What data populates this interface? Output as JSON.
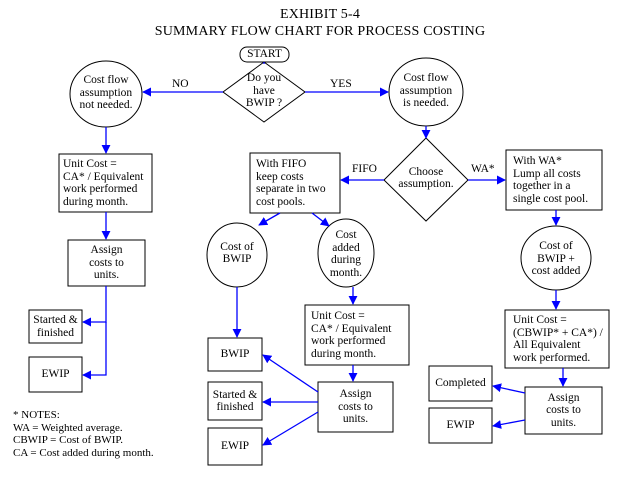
{
  "title": {
    "line1": "EXHIBIT 5-4",
    "line2": "SUMMARY FLOW CHART FOR PROCESS COSTING"
  },
  "nodes": {
    "start": "START",
    "bwip_question": "Do you\nhave\nBWIP ?",
    "no_assumption": "Cost flow\nassumption\nnot needed.",
    "assumption_needed": "Cost flow\nassumption\nis needed.",
    "choose": "Choose\nassumption.",
    "unit_cost_left": "Unit Cost =\nCA* / Equivalent\nwork performed\nduring  month.",
    "assign_left": "Assign\ncosts to\nunits.",
    "started_left": "Started &\nfinished",
    "ewip_left": "EWIP",
    "fifo_box": "With FIFO\nkeep costs\nseparate in two\ncost pools.",
    "cost_bwip": "Cost of\nBWIP",
    "cost_added": "Cost\nadded\nduring\nmonth.",
    "unit_cost_mid": "Unit Cost =\nCA* / Equivalent\nwork  performed\nduring  month.",
    "assign_mid": "Assign\ncosts to\nunits.",
    "bwip_mid": "BWIP",
    "started_mid": "Started &\nfinished",
    "ewip_mid": "EWIP",
    "wa_box": "With WA*\nLump all costs\ntogether in a\nsingle cost pool.",
    "cost_bwip_added": "Cost of\nBWIP  +\ncost added",
    "unit_cost_right": "Unit Cost =\n(CBWIP* + CA*) /\nAll Equivalent\nwork performed.",
    "assign_right": "Assign\ncosts to\nunits.",
    "completed_right": "Completed",
    "ewip_right": "EWIP"
  },
  "edge_labels": {
    "no": "NO",
    "yes": "YES",
    "fifo": "FIFO",
    "wa": "WA*"
  },
  "notes": {
    "heading": "* NOTES:",
    "items": [
      "WA = Weighted average.",
      "CBWIP = Cost of BWIP.",
      "CA = Cost  added during month."
    ]
  },
  "colors": {
    "arrow": "#0000ff",
    "outline": "#000000",
    "background": "#ffffff"
  }
}
